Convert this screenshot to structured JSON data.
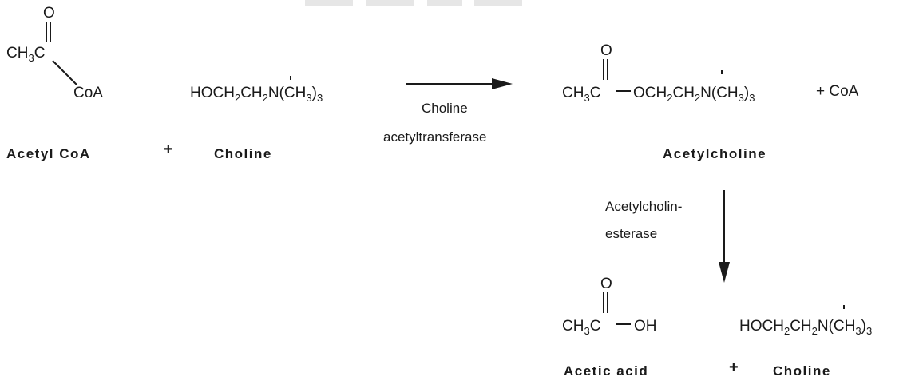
{
  "reaction1": {
    "acetyl_coa": {
      "O": "O",
      "CH": "CH",
      "sub3": "3",
      "C": "C",
      "CoA": "CoA",
      "name": "Acetyl CoA"
    },
    "plus": "+",
    "choline": {
      "formula_a": "HOCH",
      "sub2a": "2",
      "formula_b": "CH",
      "sub2b": "2",
      "formula_c": "N(CH",
      "sub3": "3",
      "formula_d": ")",
      "sub3b": "3",
      "name": "Choline"
    },
    "enzyme_line1": "Choline",
    "enzyme_line2": "acetyltransferase",
    "acetylcholine": {
      "O": "O",
      "CH": "CH",
      "sub3": "3",
      "C": "C",
      "rest_a": "OCH",
      "sub2a": "2",
      "rest_b": "CH",
      "sub2b": "2",
      "rest_c": "N(CH",
      "sub3b": "3",
      "rest_d": ")",
      "sub3c": "3",
      "name": "Acetylcholine"
    },
    "plus_coa": "+ CoA"
  },
  "reaction2": {
    "enzyme_line1": "Acetylcholin-",
    "enzyme_line2": "esterase",
    "acetic_acid": {
      "O": "O",
      "CH": "CH",
      "sub3": "3",
      "C": "C",
      "OH": "OH",
      "name": "Acetic acid"
    },
    "plus": "+",
    "choline": {
      "formula_a": "HOCH",
      "sub2a": "2",
      "formula_b": "CH",
      "sub2b": "2",
      "formula_c": "N(CH",
      "sub3": "3",
      "formula_d": ")",
      "sub3b": "3",
      "name": "Choline"
    }
  }
}
